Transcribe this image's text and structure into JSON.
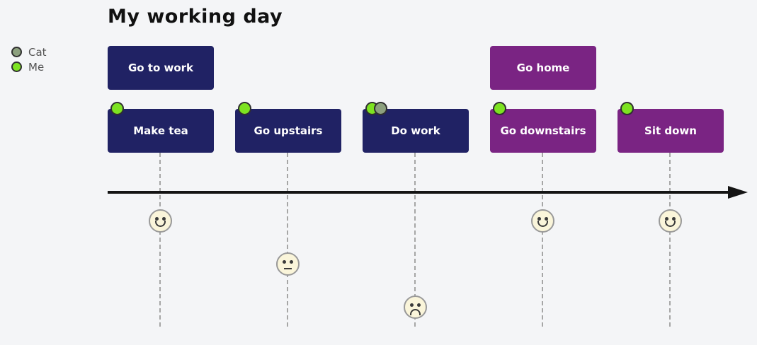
{
  "title": "My working day",
  "legend": {
    "items": [
      {
        "label": "Cat",
        "color": "#8ca07e"
      },
      {
        "label": "Me",
        "color": "#7de321"
      }
    ]
  },
  "colors": {
    "background": "#f4f5f7",
    "section_work": "#202264",
    "section_home": "#7a2483",
    "me_dot": "#7de321",
    "cat_dot": "#8ca07e",
    "axis": "#141414",
    "face_fill": "#faf5da"
  },
  "timeline": {
    "periods": [
      {
        "label": "Go to work",
        "section": "work"
      },
      {
        "label": "Go home",
        "section": "home"
      }
    ],
    "tasks": [
      {
        "label": "Make tea",
        "section": "work",
        "participants": [
          "Me"
        ],
        "mood": "happy"
      },
      {
        "label": "Go upstairs",
        "section": "work",
        "participants": [
          "Me"
        ],
        "mood": "neutral"
      },
      {
        "label": "Do work",
        "section": "work",
        "participants": [
          "Me",
          "Cat"
        ],
        "mood": "sad"
      },
      {
        "label": "Go downstairs",
        "section": "home",
        "participants": [
          "Me"
        ],
        "mood": "happy"
      },
      {
        "label": "Sit down",
        "section": "home",
        "participants": [
          "Me"
        ],
        "mood": "happy"
      }
    ]
  }
}
